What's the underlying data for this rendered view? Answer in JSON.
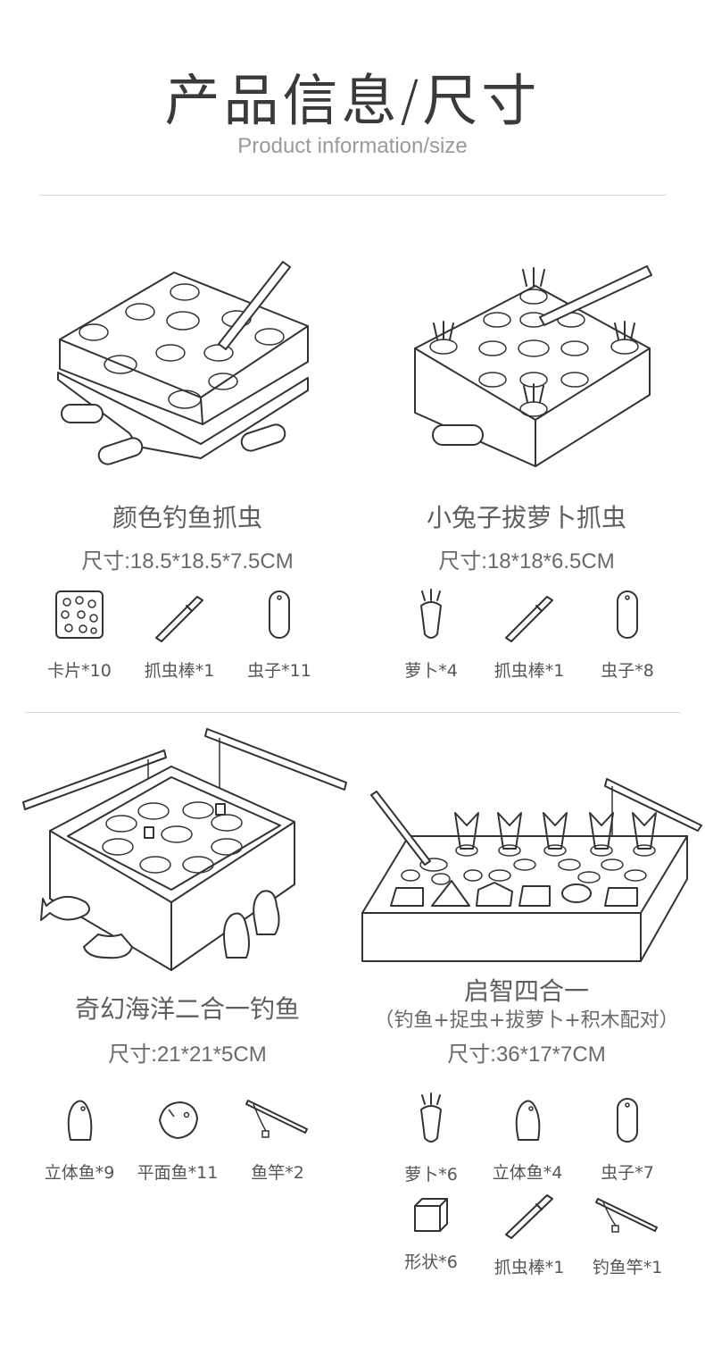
{
  "header": {
    "title": "产品信息/尺寸",
    "subtitle": "Product information/size"
  },
  "products": [
    {
      "name": "颜色钓鱼抓虫",
      "size": "尺寸:18.5*18.5*7.5CM",
      "accessories": [
        {
          "label": "卡片*10",
          "icon": "card-icon"
        },
        {
          "label": "抓虫棒*1",
          "icon": "stick-icon"
        },
        {
          "label": "虫子*11",
          "icon": "worm-icon"
        }
      ]
    },
    {
      "name": "小兔子拔萝卜抓虫",
      "size": "尺寸:18*18*6.5CM",
      "accessories": [
        {
          "label": "萝卜*4",
          "icon": "carrot-icon"
        },
        {
          "label": "抓虫棒*1",
          "icon": "stick-icon"
        },
        {
          "label": "虫子*8",
          "icon": "worm-icon"
        }
      ]
    },
    {
      "name": "奇幻海洋二合一钓鱼",
      "size": "尺寸:21*21*5CM",
      "accessories": [
        {
          "label": "立体鱼*9",
          "icon": "standing-fish-icon"
        },
        {
          "label": "平面鱼*11",
          "icon": "flat-fish-icon"
        },
        {
          "label": "鱼竿*2",
          "icon": "fishing-rod-icon"
        }
      ]
    },
    {
      "name": "启智四合一",
      "subname": "（钓鱼+捉虫+拔萝卜+积木配对）",
      "size": "尺寸:36*17*7CM",
      "accessories": [
        {
          "label": "萝卜*6",
          "icon": "carrot-icon"
        },
        {
          "label": "立体鱼*4",
          "icon": "standing-fish-icon"
        },
        {
          "label": "虫子*7",
          "icon": "worm-icon"
        },
        {
          "label": "形状*6",
          "icon": "cube-icon"
        },
        {
          "label": "抓虫棒*1",
          "icon": "stick-icon"
        },
        {
          "label": "钓鱼竿*1",
          "icon": "fishing-rod-icon"
        }
      ]
    }
  ]
}
